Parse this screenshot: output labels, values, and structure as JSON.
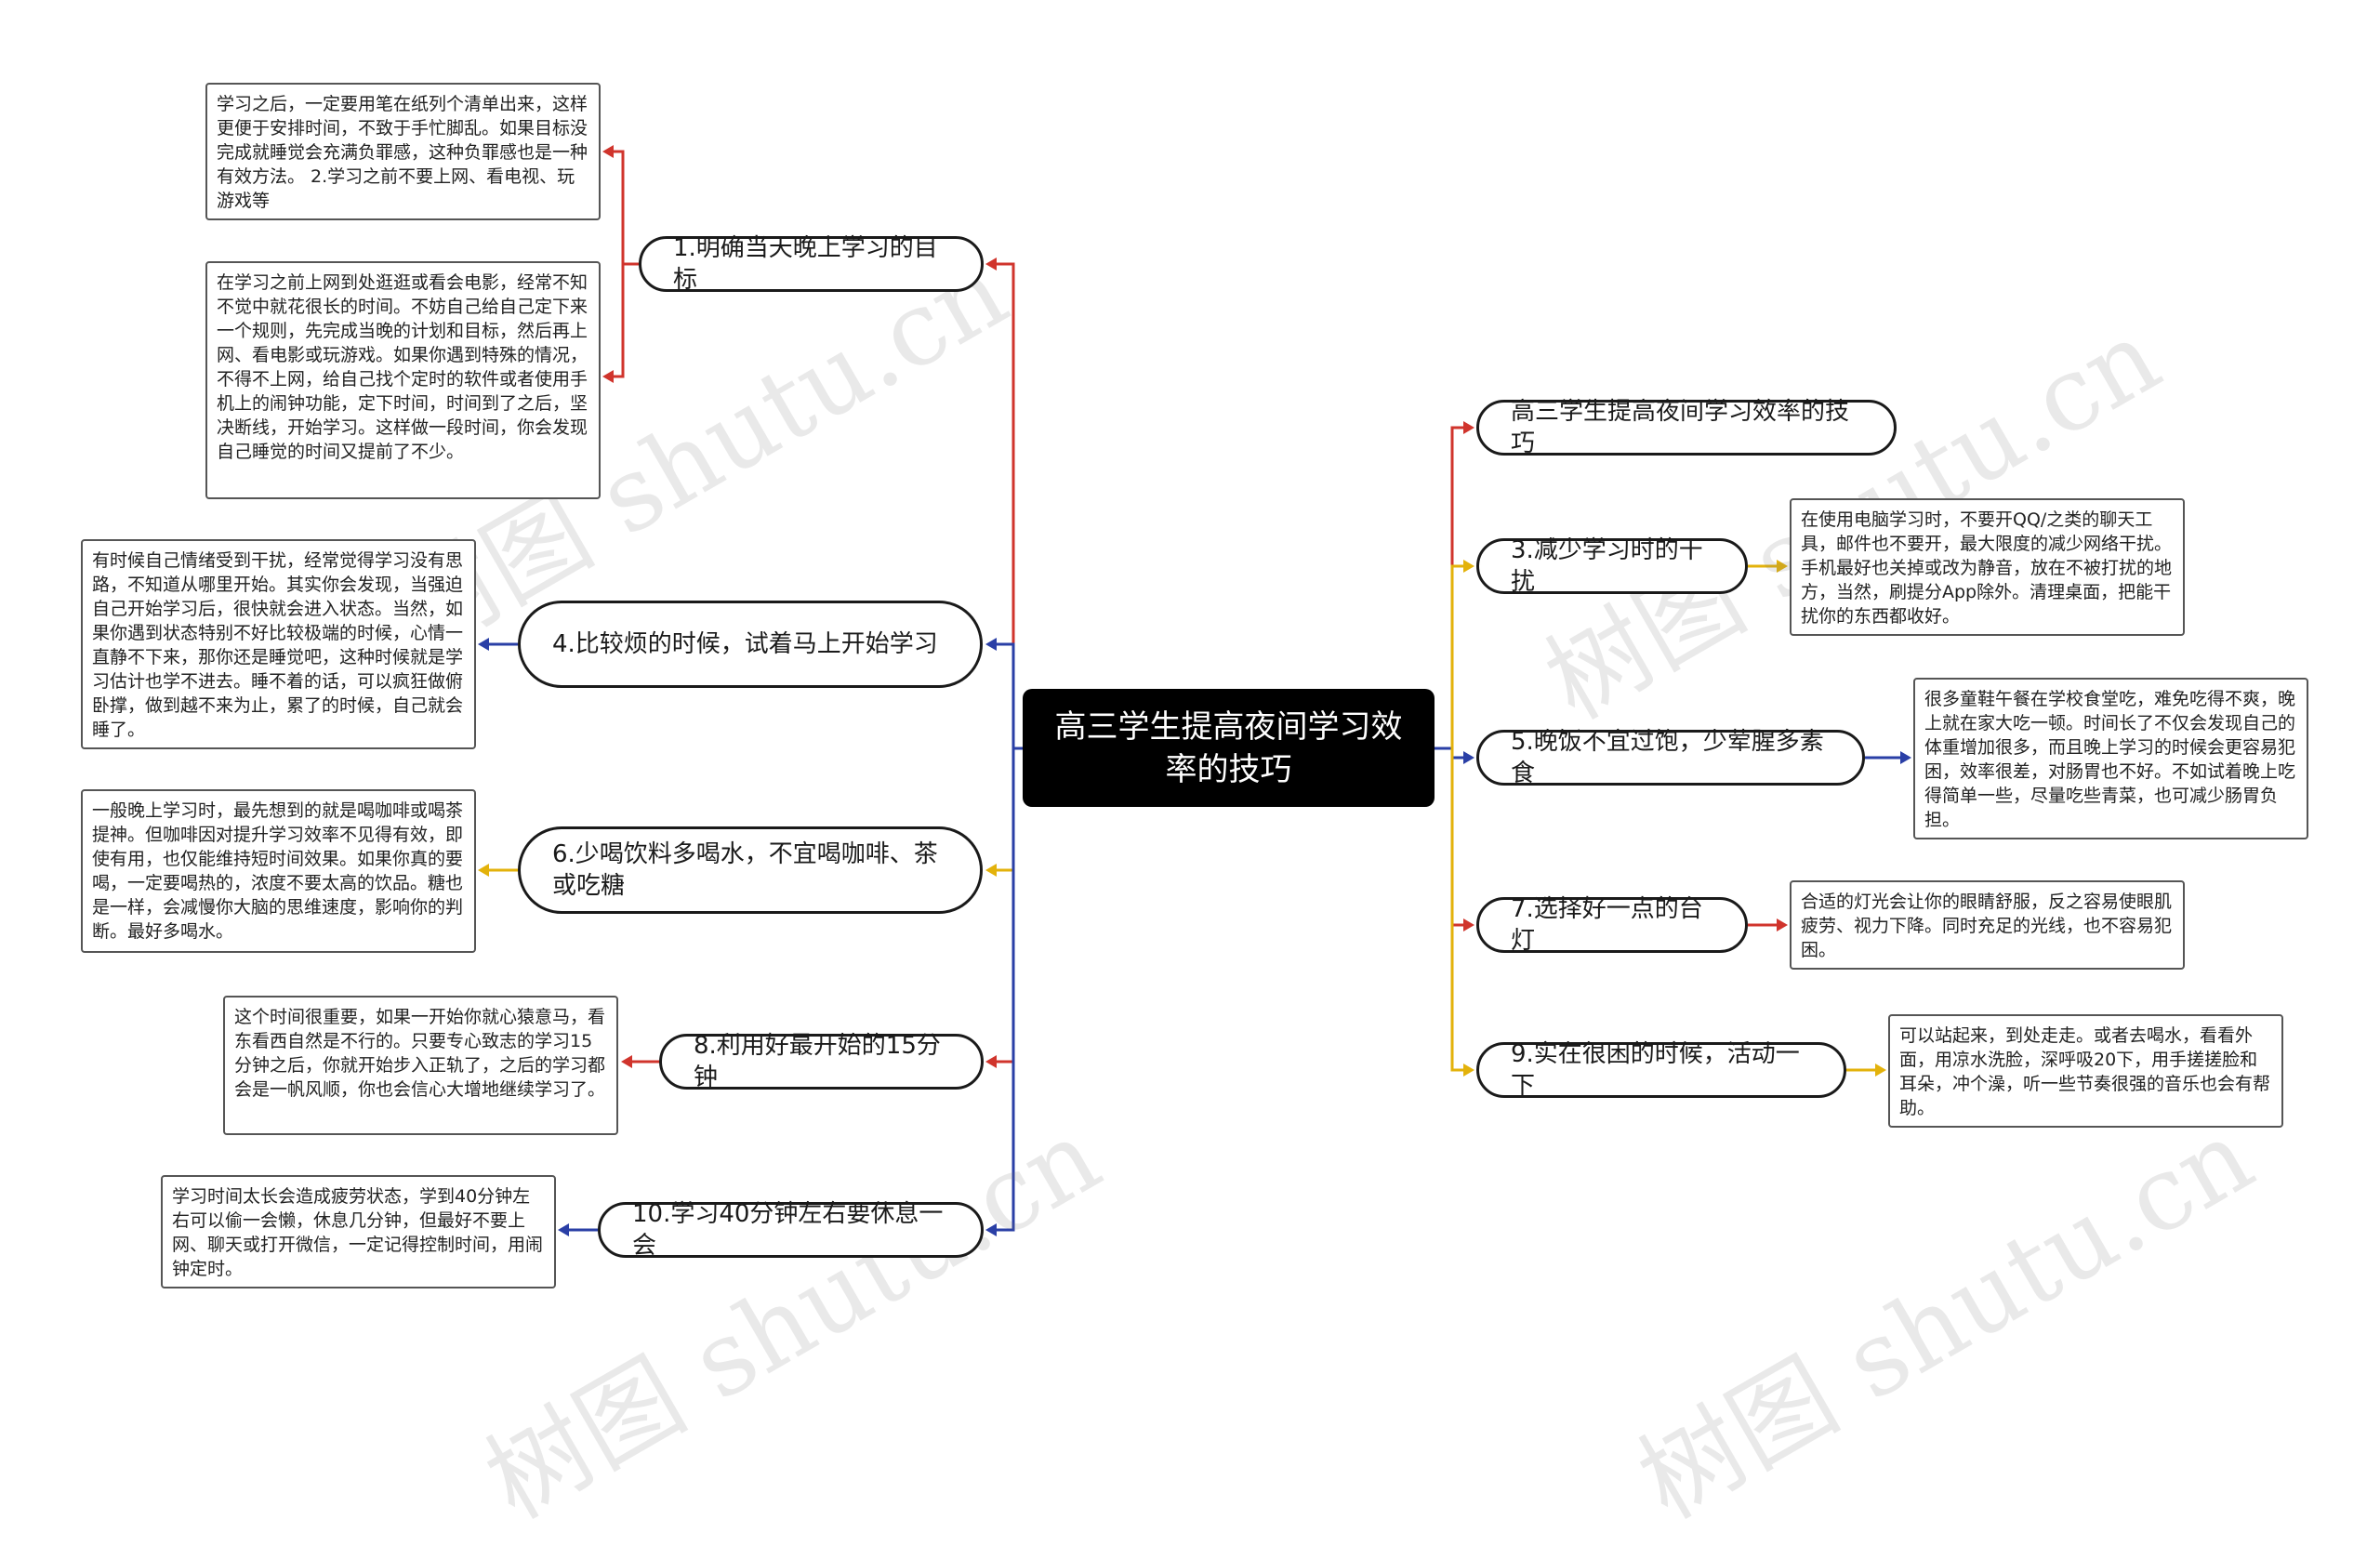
{
  "root": {
    "label": "高三学生提高夜间学习效率的技巧"
  },
  "topics": {
    "t1": {
      "label": "1.明确当天晚上学习的目标"
    },
    "t4": {
      "label": "4.比较烦的时候，试着马上开始学习"
    },
    "t6": {
      "label": "6.少喝饮料多喝水，不宜喝咖啡、茶或吃糖"
    },
    "t8": {
      "label": "8.利用好最开始的15分钟"
    },
    "t10": {
      "label": "10.学习40分钟左右要休息一会"
    },
    "t0": {
      "label": "高三学生提高夜间学习效率的技巧"
    },
    "t3": {
      "label": "3.减少学习时的干扰"
    },
    "t5": {
      "label": "5.晚饭不宜过饱，少荤腥多素食"
    },
    "t7": {
      "label": "7.选择好一点的台灯"
    },
    "t9": {
      "label": "9.实在很困的时候，活动一下"
    }
  },
  "notes": {
    "n1a": {
      "text": "学习之后，一定要用笔在纸列个清单出来，这样更便于安排时间，不致于手忙脚乱。如果目标没完成就睡觉会充满负罪感，这种负罪感也是一种有效方法。 2.学习之前不要上网、看电视、玩游戏等"
    },
    "n1b": {
      "text": "在学习之前上网到处逛逛或看会电影，经常不知不觉中就花很长的时间。不妨自己给自己定下来一个规则，先完成当晚的计划和目标，然后再上网、看电影或玩游戏。如果你遇到特殊的情况，不得不上网，给自己找个定时的软件或者使用手机上的闹钟功能，定下时间，时间到了之后，坚决断线，开始学习。这样做一段时间，你会发现自己睡觉的时间又提前了不少。"
    },
    "n4": {
      "text": "有时候自己情绪受到干扰，经常觉得学习没有思路，不知道从哪里开始。其实你会发现，当强迫自己开始学习后，很快就会进入状态。当然，如果你遇到状态特别不好比较极端的时候，心情一直静不下来，那你还是睡觉吧，这种时候就是学习估计也学不进去。睡不着的话，可以疯狂做俯卧撑，做到越不来为止，累了的时候，自己就会睡了。"
    },
    "n6": {
      "text": "一般晚上学习时，最先想到的就是喝咖啡或喝茶提神。但咖啡因对提升学习效率不见得有效，即使有用，也仅能维持短时间效果。如果你真的要喝，一定要喝热的，浓度不要太高的饮品。糖也是一样，会减慢你大脑的思维速度，影响你的判断。最好多喝水。"
    },
    "n8": {
      "text": "这个时间很重要，如果一开始你就心猿意马，看东看西自然是不行的。只要专心致志的学习15分钟之后，你就开始步入正轨了，之后的学习都会是一帆风顺，你也会信心大增地继续学习了。"
    },
    "n10": {
      "text": "学习时间太长会造成疲劳状态，学到40分钟左右可以偷一会懒，休息几分钟，但最好不要上网、聊天或打开微信，一定记得控制时间，用闹钟定时。"
    },
    "n3": {
      "text": "在使用电脑学习时，不要开QQ/之类的聊天工具，邮件也不要开，最大限度的减少网络干扰。手机最好也关掉或改为静音，放在不被打扰的地方，当然，刷提分App除外。清理桌面，把能干扰你的东西都收好。"
    },
    "n5": {
      "text": "很多童鞋午餐在学校食堂吃，难免吃得不爽，晚上就在家大吃一顿。时间长了不仅会发现自己的体重增加很多，而且晚上学习的时候会更容易犯困，效率很差，对肠胃也不好。不如试着晚上吃得简单一些，尽量吃些青菜，也可减少肠胃负担。"
    },
    "n7": {
      "text": "合适的灯光会让你的眼睛舒服，反之容易使眼肌疲劳、视力下降。同时充足的光线，也不容易犯困。"
    },
    "n9": {
      "text": "可以站起来，到处走走。或者去喝水，看看外面，用凉水洗脸，深呼吸20下，用手搓搓脸和耳朵，冲个澡，听一些节奏很强的音乐也会有帮助。"
    }
  },
  "watermark": "树图 shutu.cn",
  "colors": {
    "red": "#d0342c",
    "blue": "#2a3fa6",
    "yellow": "#e3b20b"
  }
}
